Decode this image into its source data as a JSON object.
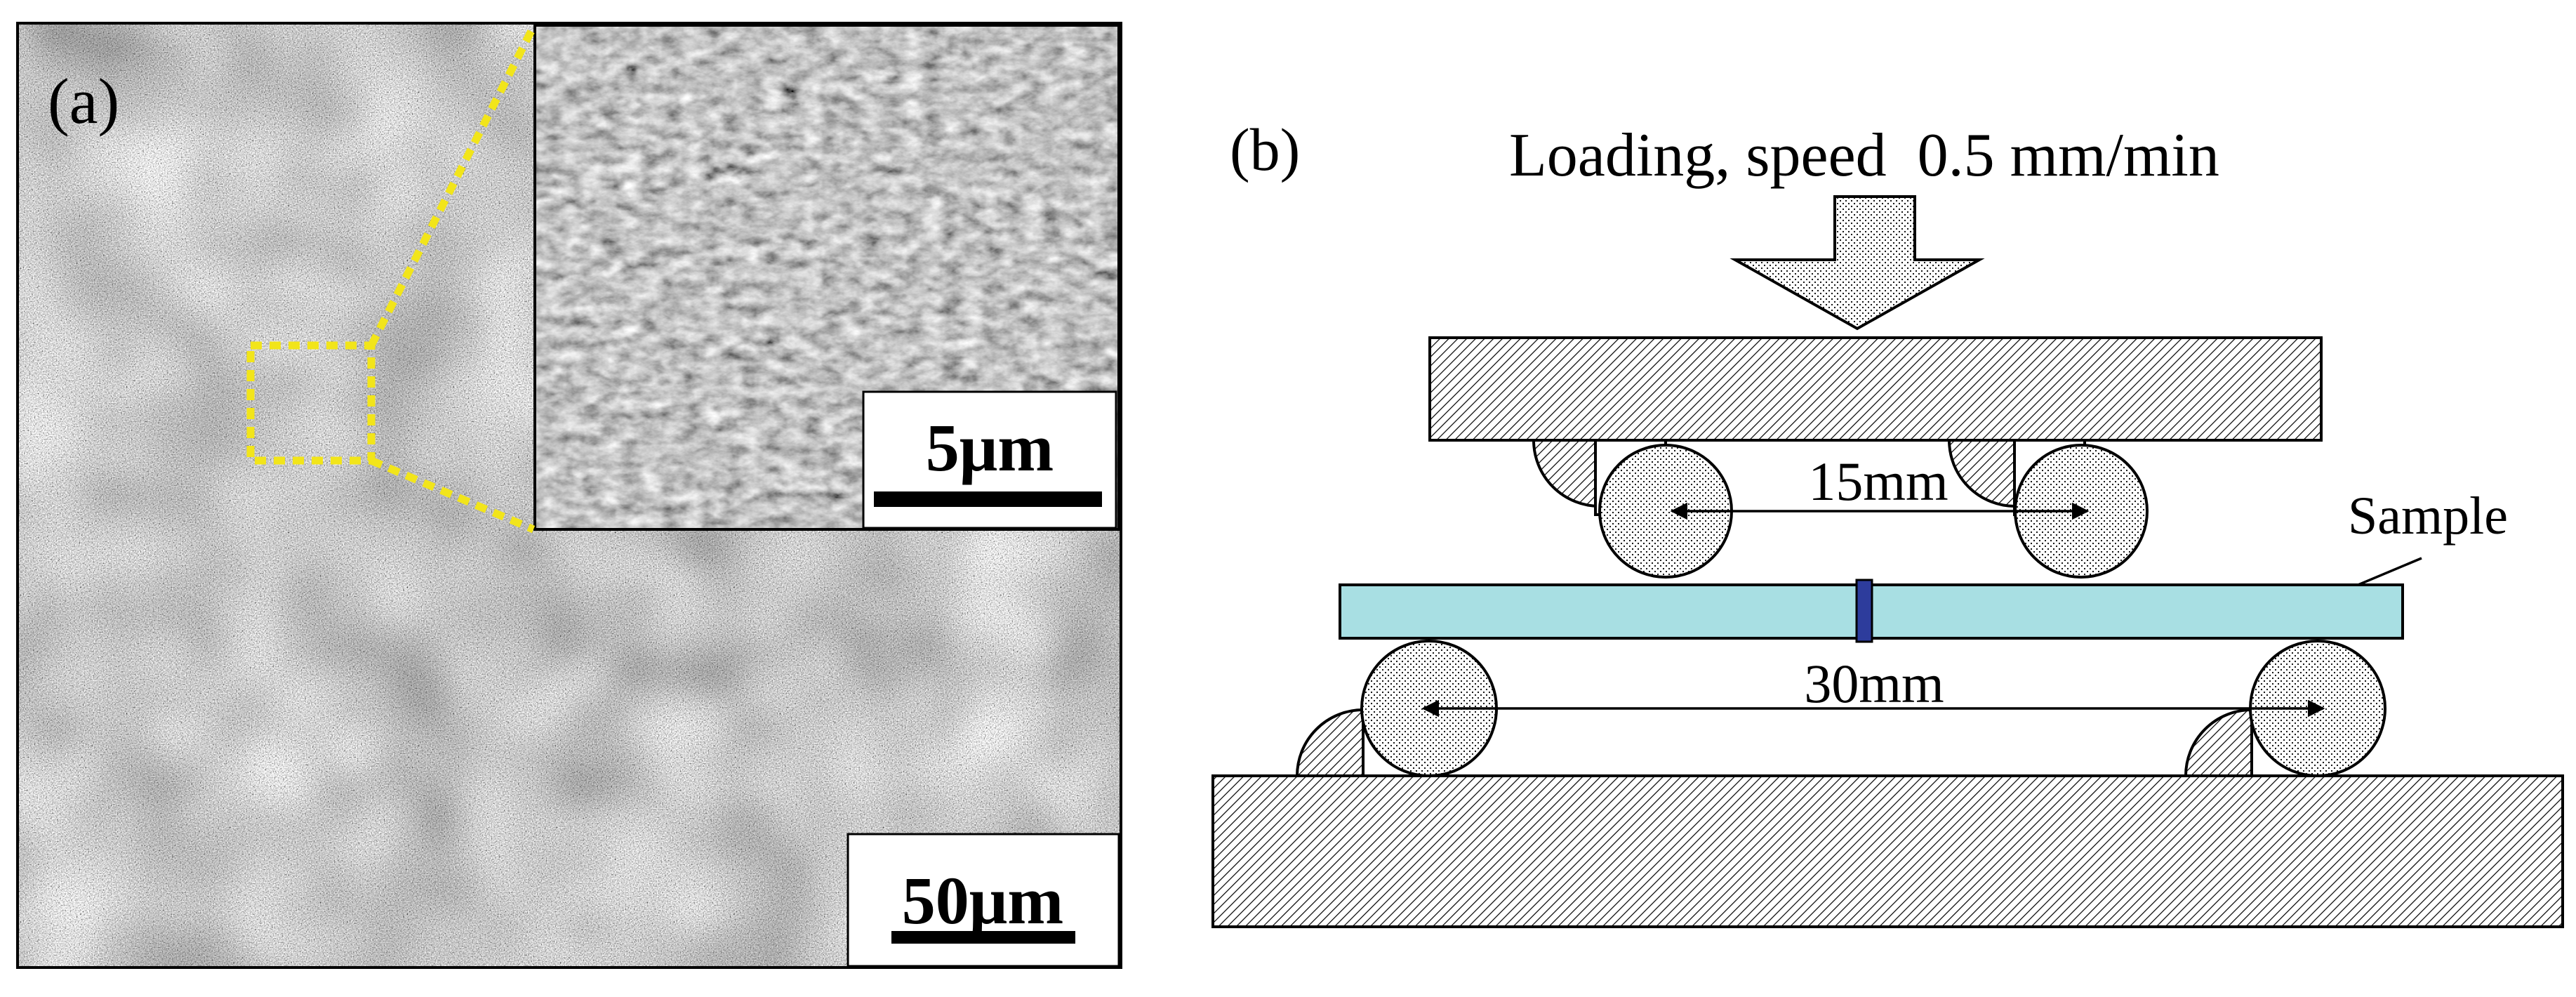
{
  "panel_a": {
    "label": "(a)",
    "inset_scale_bar": "5μm",
    "main_scale_bar": "50μm",
    "highlight_color": "#f2e51a"
  },
  "panel_b": {
    "label": "(b)",
    "loading_text": "Loading, speed  0.5 mm/min",
    "upper_span": "15mm",
    "lower_span": "30mm",
    "sample_label": "Sample",
    "sample_color": "#a8dfe3",
    "gauge_color": "#2d3c9c"
  }
}
